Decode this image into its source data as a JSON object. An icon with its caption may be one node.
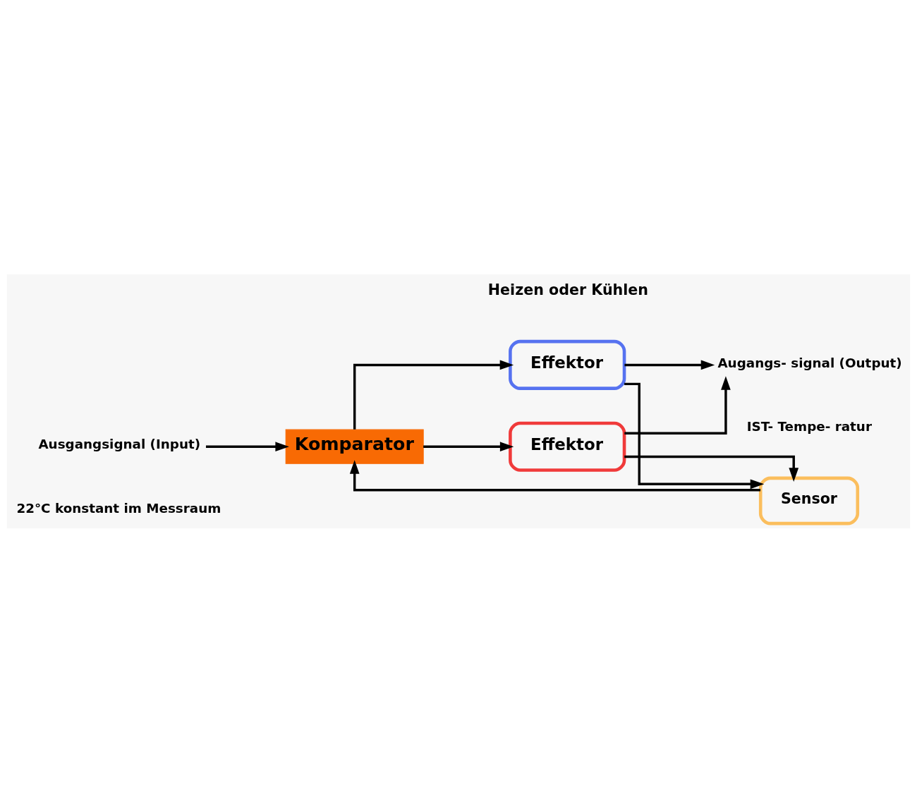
{
  "diagram": {
    "nodes": [
      {
        "text": [
          "Ausgangsignal (Input)"
        ]
      },
      {
        "text": [
          "Effektor"
        ]
      },
      {
        "text": [
          "Augangs- signal (Output)"
        ]
      },
      {
        "text": [
          "Komparator"
        ]
      },
      {
        "text": [
          "Effektor"
        ]
      },
      {
        "text": [
          "Sensor"
        ]
      }
    ],
    "edges": [
      {
        "from": 0,
        "to": 3,
        "arrow": "to"
      },
      {
        "from": 3,
        "to": 1,
        "arrow": "to"
      },
      {
        "from": 3,
        "to": 4,
        "arrow": "to"
      },
      {
        "from": 1,
        "to": 2,
        "arrow": "to"
      },
      {
        "from": 4,
        "to": 2,
        "arrow": "to"
      },
      {
        "from": 1,
        "to": 5,
        "arrow": "to"
      },
      {
        "from": 4,
        "to": 5,
        "arrow": "to"
      },
      {
        "from": 5,
        "to": 3,
        "arrow": "to"
      }
    ],
    "labels": [
      "Heizen oder Kühlen",
      "IST- Tempe- ratur",
      "22°C konstant im Messraum"
    ]
  }
}
